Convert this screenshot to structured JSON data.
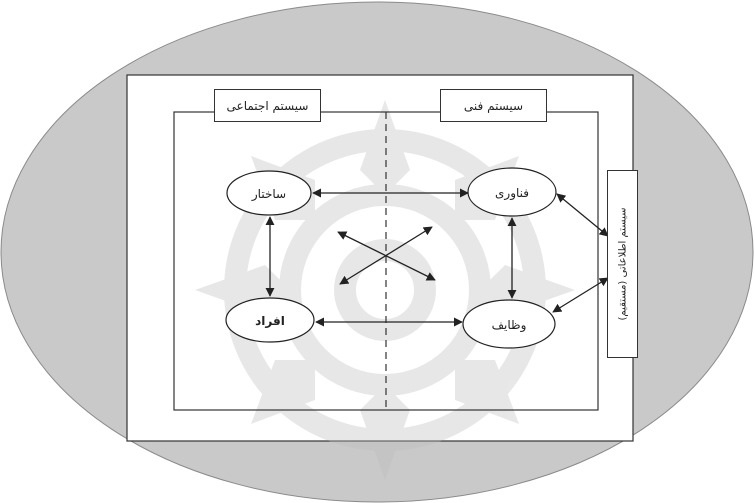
{
  "diagram": {
    "social_system_label": "سیستم اجتماعی",
    "technical_system_label": "سیستم فنی",
    "info_system_label": "سیستم اطلاعاتی (مستقیم)",
    "nodes": {
      "structure": "ساختار",
      "people": "افراد",
      "technology": "فناوری",
      "tasks": "وظایف"
    }
  },
  "colors": {
    "background_ellipse": "#c9c9c9",
    "watermark": "#bdbdbd",
    "lines": "#222222"
  },
  "icons": [
    "watermark-rosette-icon"
  ]
}
